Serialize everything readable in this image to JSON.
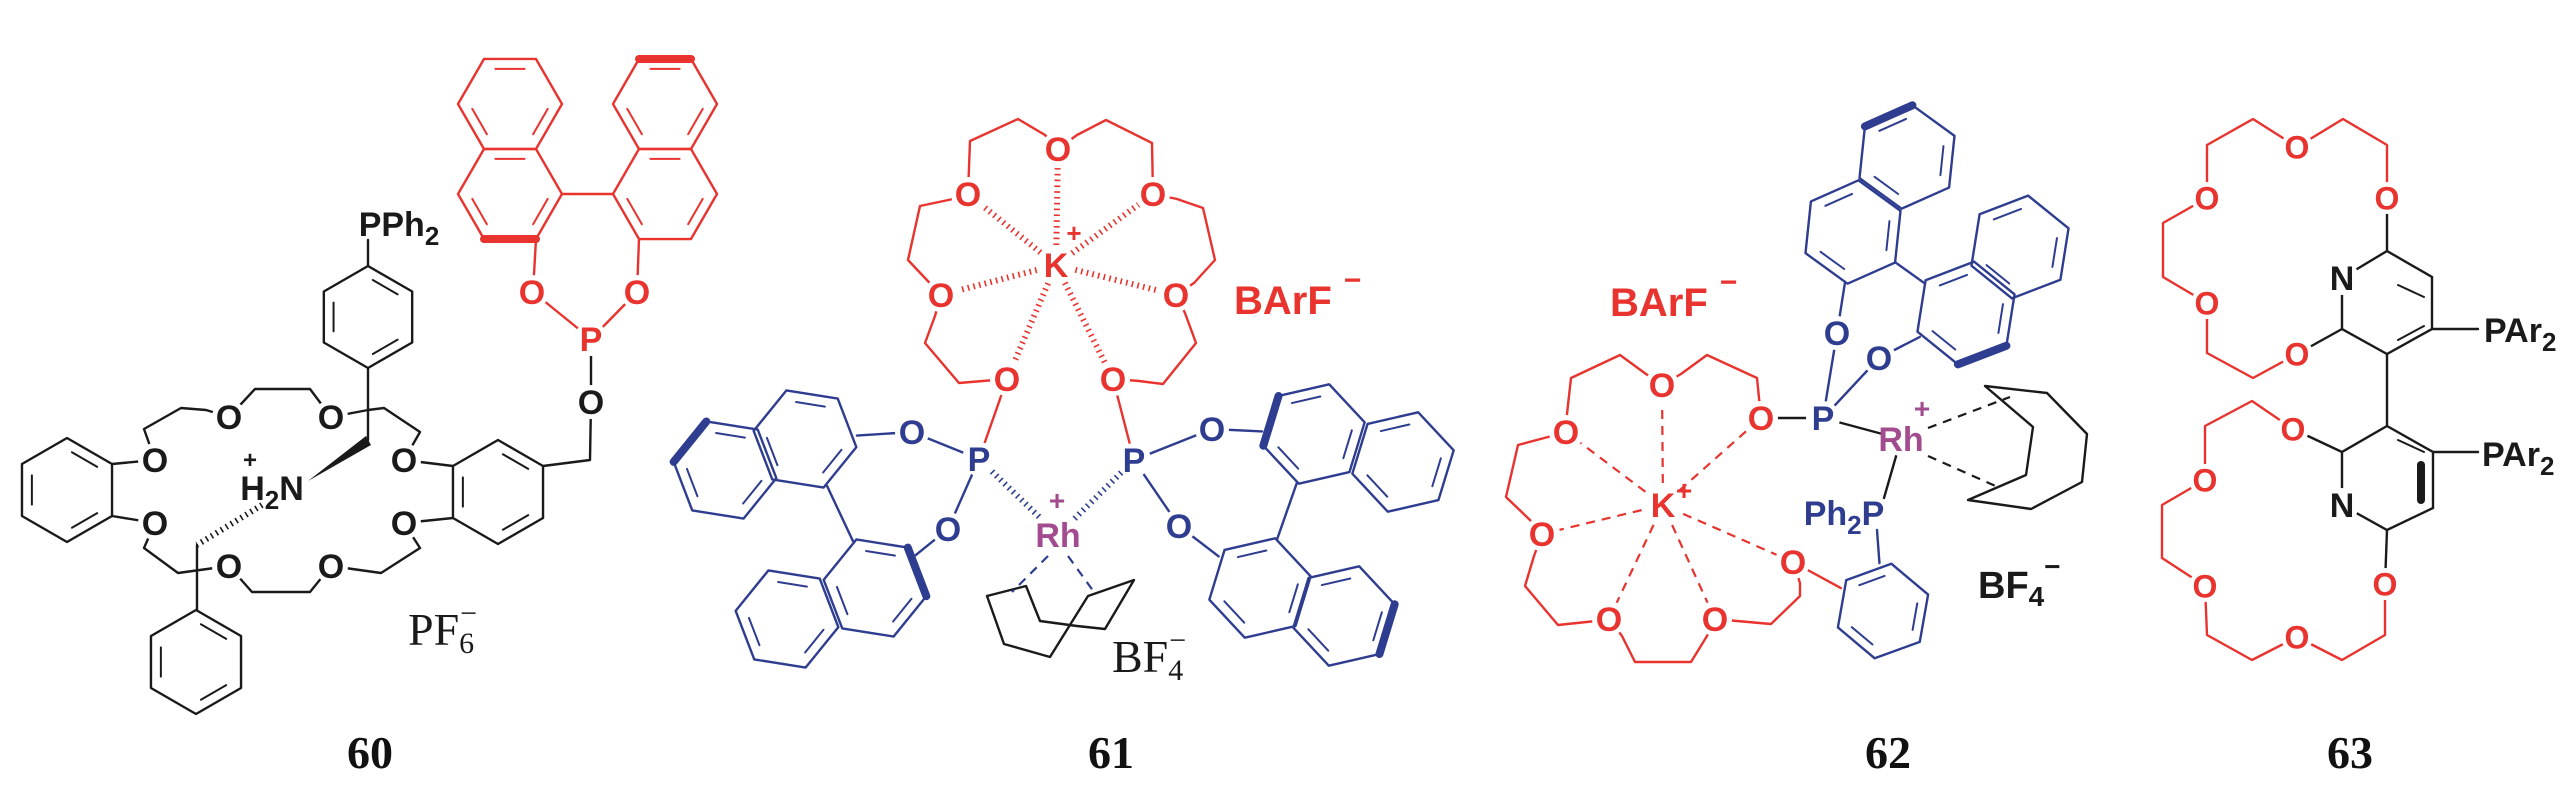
{
  "colors": {
    "black": "#1a1a1a",
    "red": "#e8332e",
    "blue": "#2e3d8f",
    "rhodium": "#a24c8f"
  },
  "atoms": {
    "O": "O",
    "P": "P",
    "K": "K",
    "N": "N",
    "Rh": "Rh",
    "plus": "+",
    "minus": "−"
  },
  "labels": {
    "PPh2": {
      "base": "PPh",
      "sub": "2"
    },
    "H2N": {
      "pre": "H",
      "sub": "2",
      "post": "N"
    },
    "Ph2P": {
      "pre": "Ph",
      "sub": "2",
      "post": "P"
    },
    "PAr2": {
      "base": "PAr",
      "sub": "2"
    }
  },
  "compounds": [
    {
      "number": "60",
      "counterion": {
        "base": "PF",
        "sub": "6",
        "charge": "−"
      }
    },
    {
      "number": "61",
      "counterion_crown": {
        "base": "BArF",
        "charge": "−"
      },
      "counterion_rh": {
        "base": "BF",
        "sub": "4",
        "charge": "−"
      }
    },
    {
      "number": "62",
      "counterion_crown": {
        "base": "BArF",
        "charge": "−"
      },
      "counterion_rh": {
        "base": "BF",
        "sub": "4",
        "charge": "−"
      }
    },
    {
      "number": "63"
    }
  ]
}
